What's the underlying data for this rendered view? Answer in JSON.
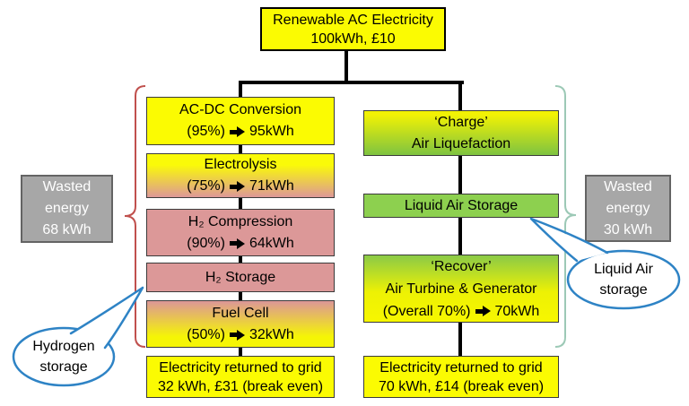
{
  "colors": {
    "box_yellow": "#fbfb02",
    "box_salmon": "#dc9898",
    "box_green": "#8dd04f",
    "wasted_gray": "#a7a7a7",
    "line_black": "#000000",
    "brace_left_red": "#c0504d",
    "brace_right_teal": "#9cc9b6",
    "callout_blue": "#2e83c5"
  },
  "icons": {
    "flow_arrow": "➔"
  },
  "top_box": {
    "line1": "Renewable AC Electricity",
    "line2": "100kWh, £10"
  },
  "left_column": {
    "boxes": [
      {
        "name": "ac-dc-conversion",
        "line1": "AC-DC Conversion",
        "pre": "(95%)",
        "post": "95kWh"
      },
      {
        "name": "electrolysis",
        "line1": "Electrolysis",
        "pre": "(75%)",
        "post": "71kWh"
      },
      {
        "name": "h2-compression",
        "line1": "H₂ Compression",
        "pre": "(90%)",
        "post": "64kWh"
      },
      {
        "name": "h2-storage",
        "line1": "H₂ Storage"
      },
      {
        "name": "fuel-cell",
        "line1": "Fuel Cell",
        "pre": "(50%)",
        "post": "32kWh"
      },
      {
        "name": "grid-return",
        "line1": "Electricity returned to grid",
        "line2": "32 kWh,  £31 (break even)"
      }
    ],
    "wasted": {
      "line1": "Wasted",
      "line2": "energy",
      "line3": "68 kWh"
    },
    "callout": {
      "line1": "Hydrogen",
      "line2": "storage"
    }
  },
  "right_column": {
    "boxes": [
      {
        "name": "charge-air-liquefaction",
        "line1": "‘Charge’",
        "line2": "Air Liquefaction"
      },
      {
        "name": "liquid-air-storage",
        "line1": "Liquid Air Storage"
      },
      {
        "name": "recover-air-turbine-generator",
        "line1": "‘Recover’",
        "line2": "Air Turbine & Generator",
        "pre": "(Overall 70%)",
        "post": "70kWh"
      },
      {
        "name": "grid-return",
        "line1": "Electricity returned to grid",
        "line2": "70 kWh,  £14 (break even)"
      }
    ],
    "wasted": {
      "line1": "Wasted",
      "line2": "energy",
      "line3": "30 kWh"
    },
    "callout": {
      "line1": "Liquid Air",
      "line2": "storage"
    }
  }
}
